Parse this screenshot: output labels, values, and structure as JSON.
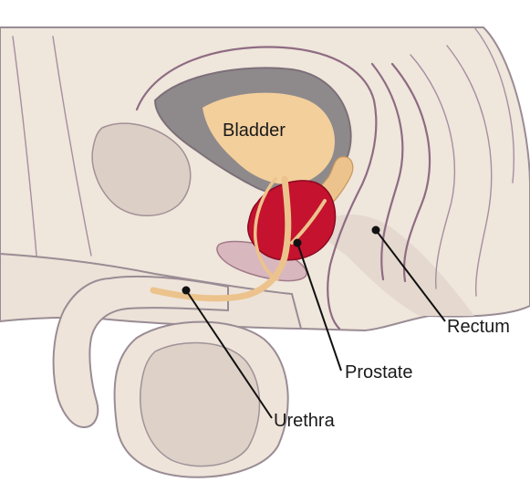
{
  "labels": {
    "bladder": "Bladder",
    "prostate": "Prostate",
    "urethra": "Urethra",
    "rectum": "Rectum"
  },
  "colors": {
    "background": "#ffffff",
    "tissue": "#efe6dc",
    "tissue_shadow": "#dccfc6",
    "bladder_wall": "#8e8a8c",
    "bladder_fill": "#f3cf9c",
    "prostate": "#c4122f",
    "urethra": "#ecc38c",
    "fold_line": "#8e6c82",
    "leader": "#111111"
  }
}
